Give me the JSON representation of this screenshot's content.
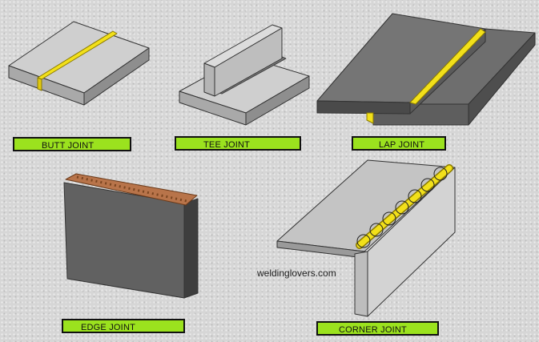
{
  "labels": {
    "butt": "BUTT JOINT",
    "tee": "TEE JOINT",
    "lap": "LAP  JOINT",
    "edge": "EDGE  JOINT",
    "corner": "CORNER  JOINT"
  },
  "watermark": "weldinglovers.com",
  "colors": {
    "background": "#d6d6d6",
    "label_fill": "#9be21e",
    "weld_yellow": "#f2e01a",
    "edge_bead": "#b8744a",
    "light_plate": "#c9c9c9",
    "dark_plate": "#6b6b6b"
  }
}
